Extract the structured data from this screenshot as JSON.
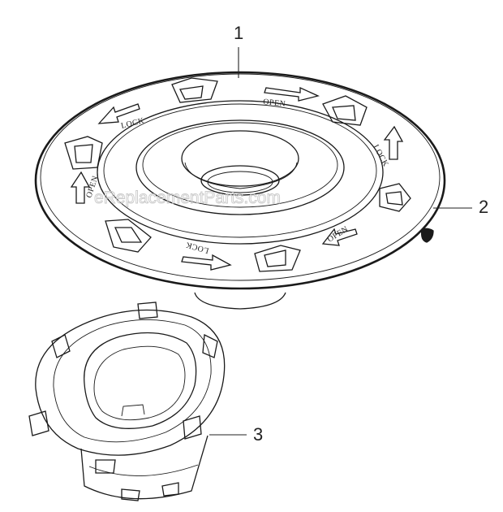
{
  "diagram": {
    "callouts": [
      {
        "label": "1"
      },
      {
        "label": "2"
      },
      {
        "label": "3"
      }
    ],
    "ring_labels": {
      "open": "OPEN",
      "lock": "LOCK"
    },
    "watermark": "eReplacementParts.com"
  }
}
